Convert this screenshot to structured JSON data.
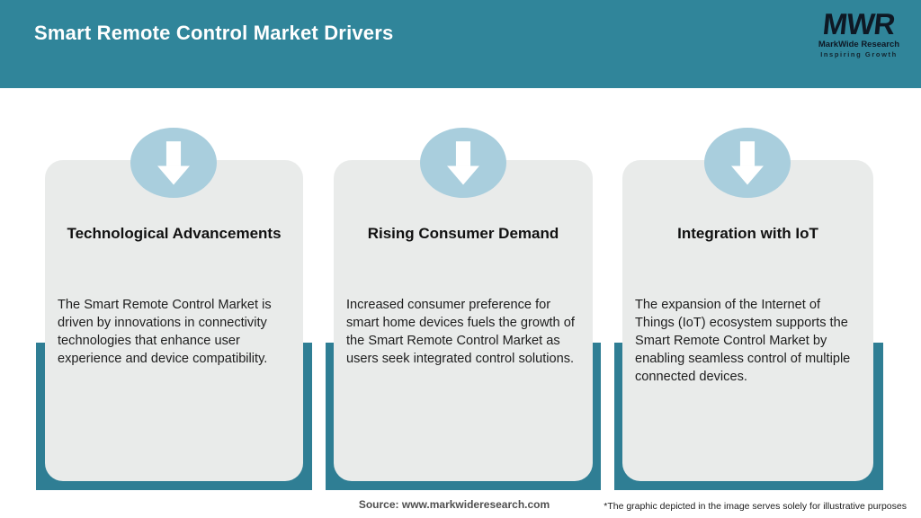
{
  "header": {
    "title": "Smart Remote Control Market Drivers",
    "logo": {
      "acronym": "MWR",
      "name": "MarkWide Research",
      "tagline": "Inspiring Growth"
    }
  },
  "cards": [
    {
      "icon": "down-arrow-icon",
      "title": "Technological Advancements",
      "body": "The Smart Remote Control Market is driven by innovations in connectivity technologies that enhance user experience and device compatibility."
    },
    {
      "icon": "down-arrow-icon",
      "title": "Rising Consumer Demand",
      "body": "Increased consumer preference for smart home devices fuels the growth of the Smart Remote Control Market as users seek integrated control solutions."
    },
    {
      "icon": "down-arrow-icon",
      "title": "Integration with IoT",
      "body": "The expansion of the Internet of Things (IoT) ecosystem supports the Smart Remote Control Market by enabling seamless control of multiple connected devices."
    }
  ],
  "footer": {
    "source": "Source: www.markwideresearch.com",
    "disclaimer": "*The graphic depicted in the image serves solely for illustrative purposes"
  },
  "colors": {
    "header_teal": "#30859A",
    "backing_teal": "#2F7E94",
    "card_gray": "#E9EBEA",
    "circle_blue": "#A9CEDD",
    "arrow_white": "#FFFFFF"
  }
}
